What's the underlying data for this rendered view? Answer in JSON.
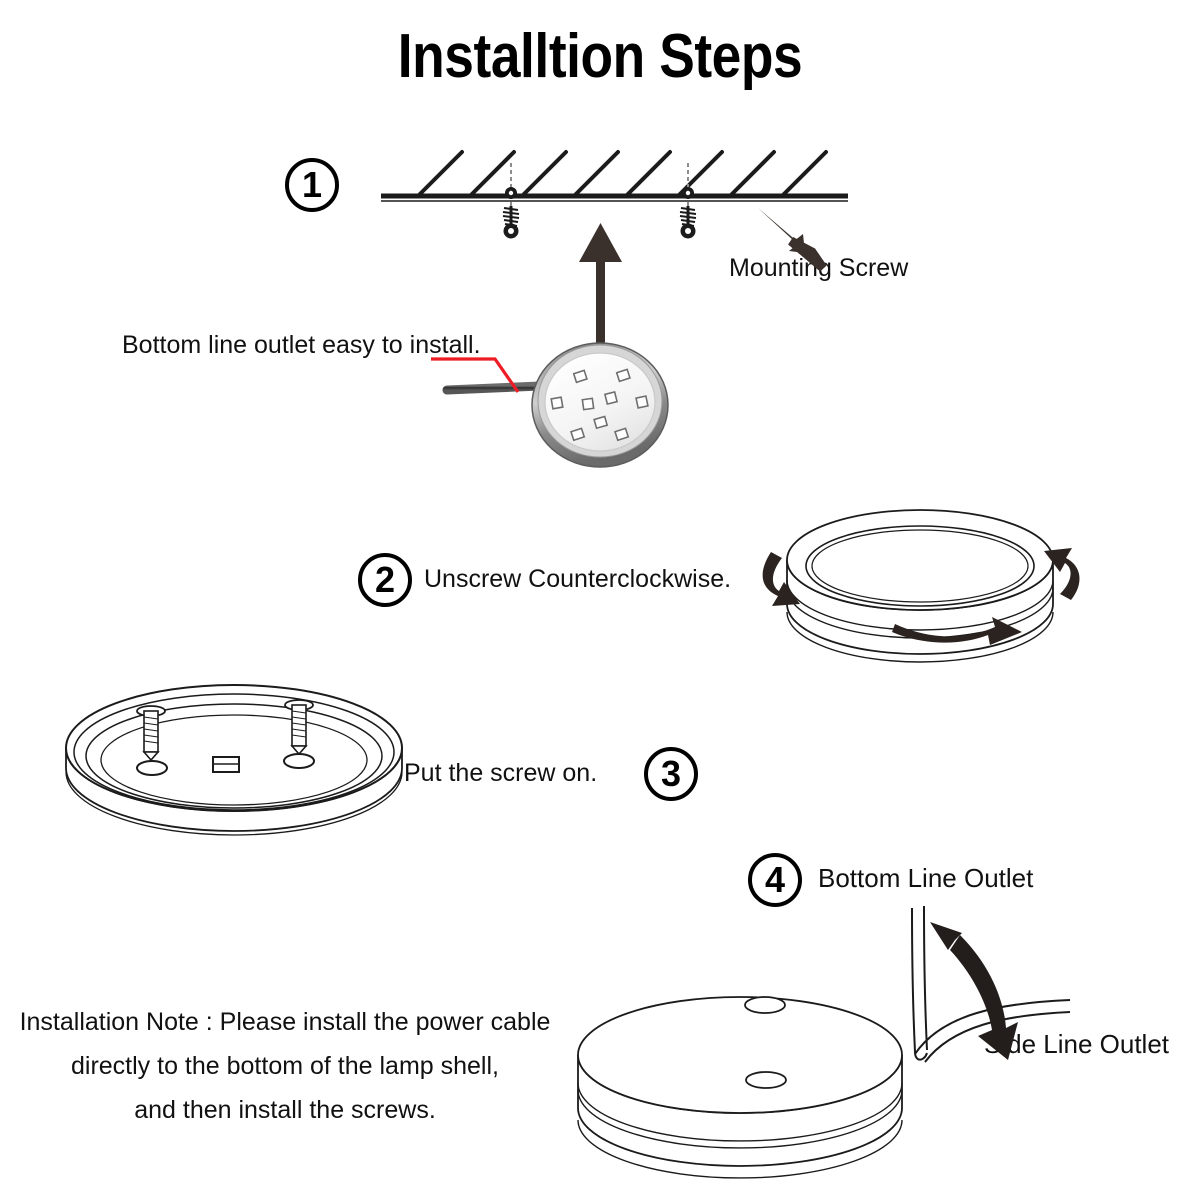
{
  "page": {
    "title": "Installtion Steps",
    "background": "#ffffff",
    "ink": "#000000",
    "arrow_color": "#3a312c",
    "leader_color": "#ee1c25",
    "lamp_rim_color": "#8d8d8d",
    "lamp_face_color": "#f2f2f2",
    "cable_color": "#454545"
  },
  "steps": [
    {
      "number": "1",
      "badge_label": "1",
      "callouts": [
        {
          "name": "mounting-screw-label",
          "text": "Mounting Screw"
        },
        {
          "name": "bottom-line-outlet-note",
          "text": "Bottom line outlet easy to install."
        }
      ]
    },
    {
      "number": "2",
      "badge_label": "2",
      "caption": "Unscrew Counterclockwise."
    },
    {
      "number": "3",
      "badge_label": "3",
      "caption": "Put the screw on."
    },
    {
      "number": "4",
      "badge_label": "4",
      "callouts": [
        {
          "name": "bottom-line-outlet-label",
          "text": "Bottom Line Outlet"
        },
        {
          "name": "side-line-outlet-label",
          "text": "Side Line Outlet"
        }
      ]
    }
  ],
  "labels": {
    "mounting_screw": "Mounting Screw",
    "bottom_line_outlet_easy": "Bottom line outlet easy to install.",
    "unscrew_ccw": "Unscrew Counterclockwise.",
    "put_screw_on": "Put the screw on.",
    "bottom_line_outlet": "Bottom Line Outlet",
    "side_line_outlet": "Side Line Outlet"
  },
  "note": {
    "line1": "Installation Note : Please install the power cable",
    "line2": "directly to the bottom of the lamp shell,",
    "line3": "and then install the screws."
  }
}
